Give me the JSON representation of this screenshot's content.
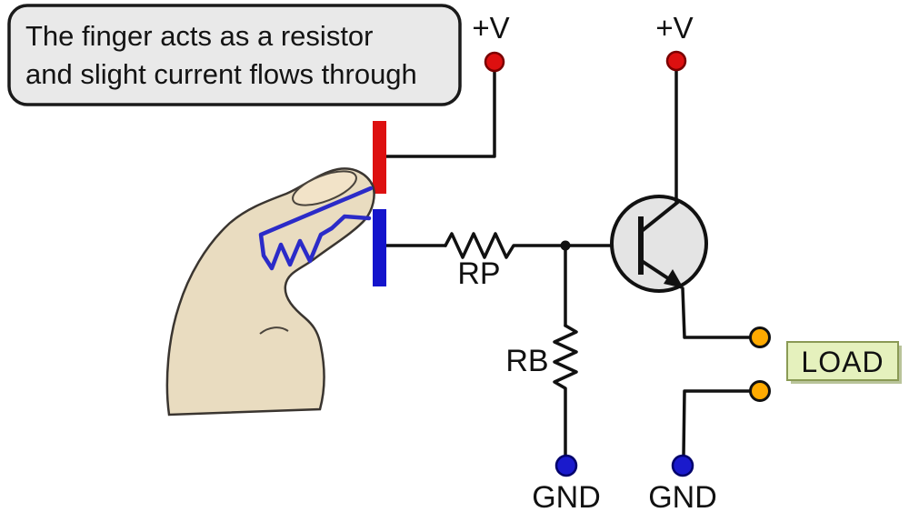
{
  "caption": {
    "line1": "The finger acts as a resistor",
    "line2": "and slight current flows through"
  },
  "labels": {
    "supply_left": "+V",
    "supply_right": "+V",
    "resistor_rp": "RP",
    "resistor_rb": "RB",
    "ground_left": "GND",
    "ground_right": "GND",
    "load": "LOAD"
  },
  "colors": {
    "background": "#ffffff",
    "wire": "#111111",
    "caption_fill": "#e9e9e9",
    "caption_border": "#1a1a1a",
    "electrode_red": "#dd1010",
    "electrode_blue": "#1414cc",
    "supply_terminal": "#dd1010",
    "ground_terminal": "#1a1acc",
    "load_terminal": "#ffaa00",
    "load_fill": "#e5f1bd",
    "load_shadow": "#b9c49a",
    "load_border": "#8a9a55",
    "transistor_fill": "#e4e4e4",
    "hand_fill": "#e9dcc0",
    "hand_outline": "#3a3530",
    "nail_fill": "#f2e3c8",
    "finger_resistor": "#2b2bc8"
  }
}
